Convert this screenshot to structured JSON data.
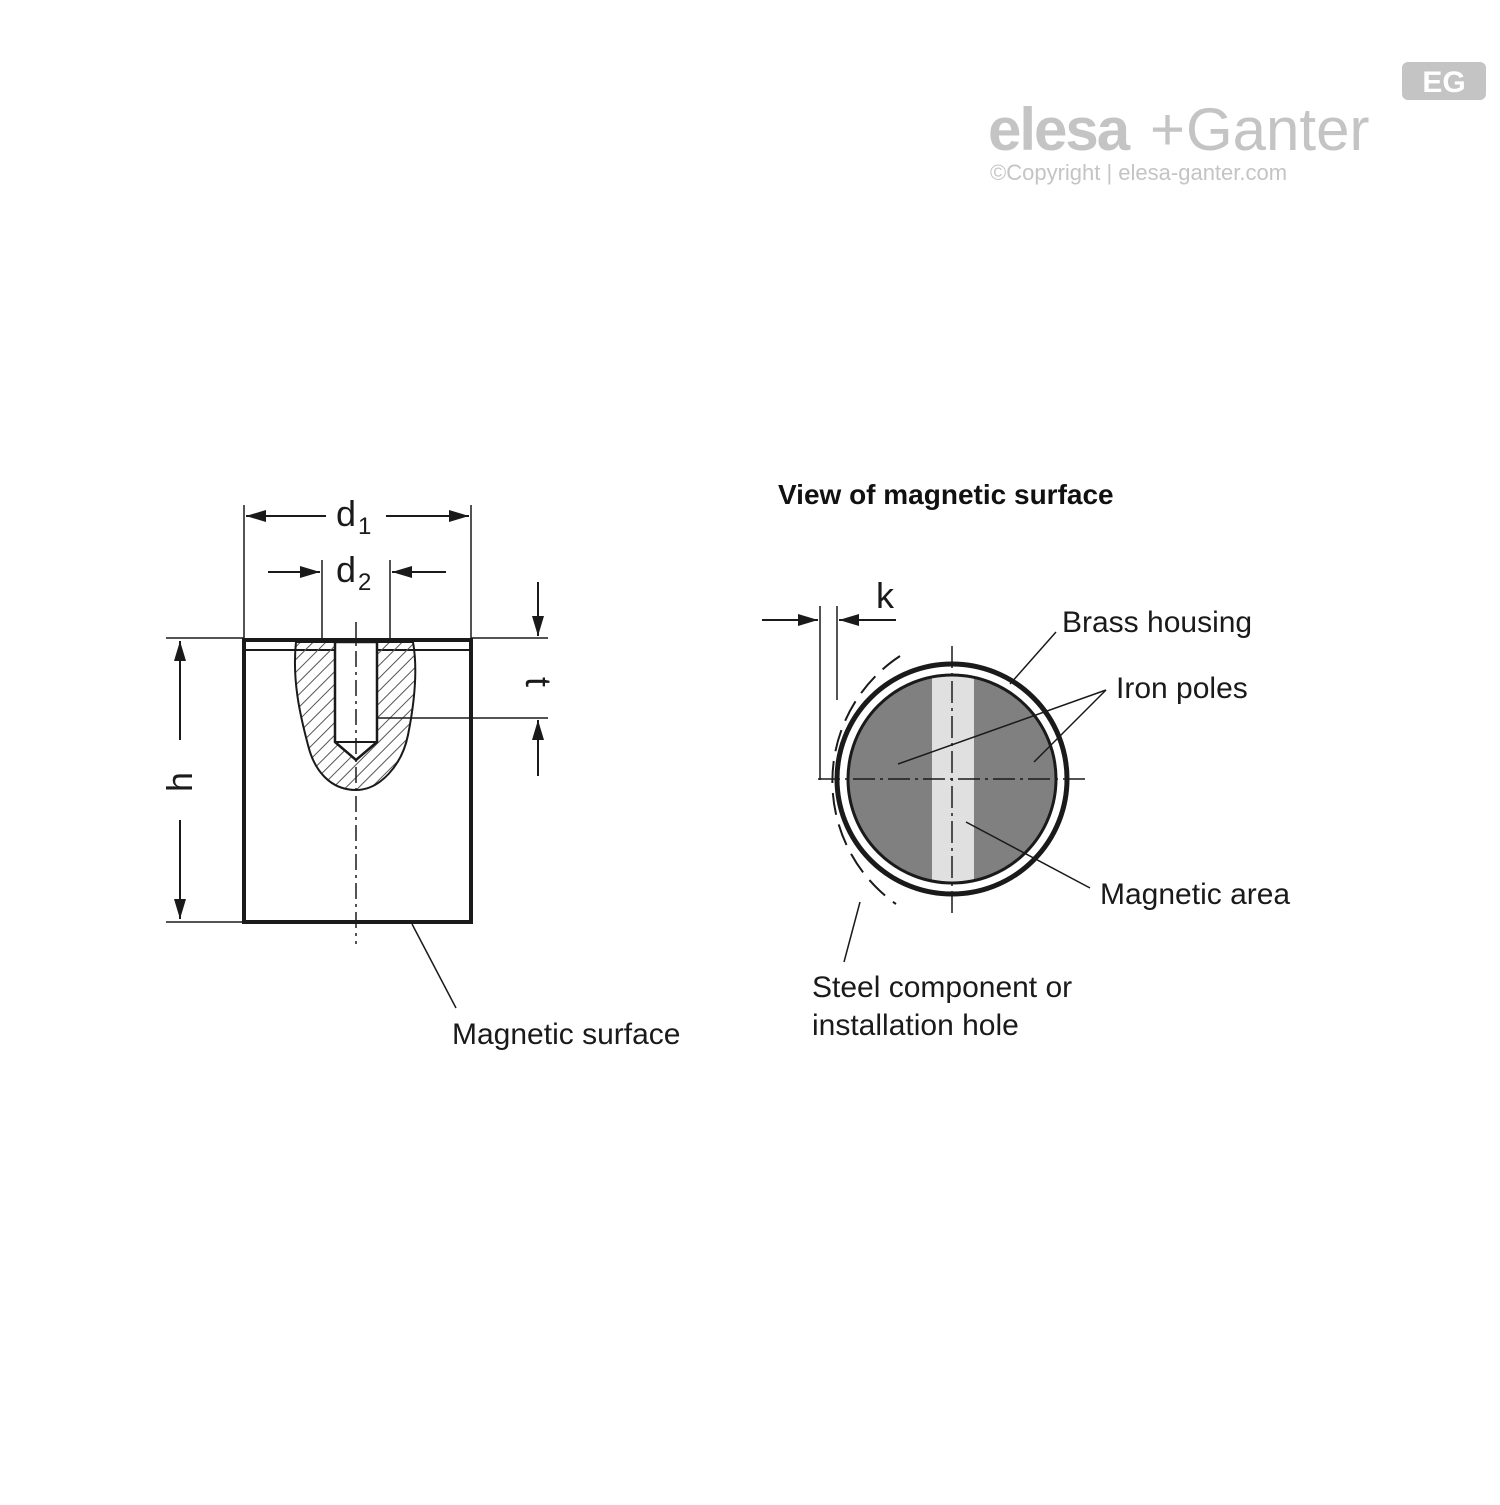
{
  "brand": {
    "part1": "elesa",
    "plus": "+",
    "part2": "Ganter",
    "badge": "EG",
    "copyright": "©Copyright | elesa-ganter.com",
    "color": "#c4c4c4"
  },
  "side_view": {
    "dim_d": "d",
    "sub_1": "1",
    "sub_2": "2",
    "dim_h": "h",
    "dim_t": "t",
    "label_magnetic_surface": "Magnetic surface"
  },
  "face_view": {
    "title": "View of magnetic surface",
    "dim_k": "k",
    "label_brass_housing": "Brass housing",
    "label_iron_poles": "Iron poles",
    "label_magnetic_area": "Magnetic area",
    "label_steel_line1": "Steel component or",
    "label_steel_line2": "installation hole"
  },
  "colors": {
    "line": "#1a1a1a",
    "pole_fill": "#808080",
    "magnetic_strip": "#e0e0e0",
    "hatch": "#555555"
  }
}
